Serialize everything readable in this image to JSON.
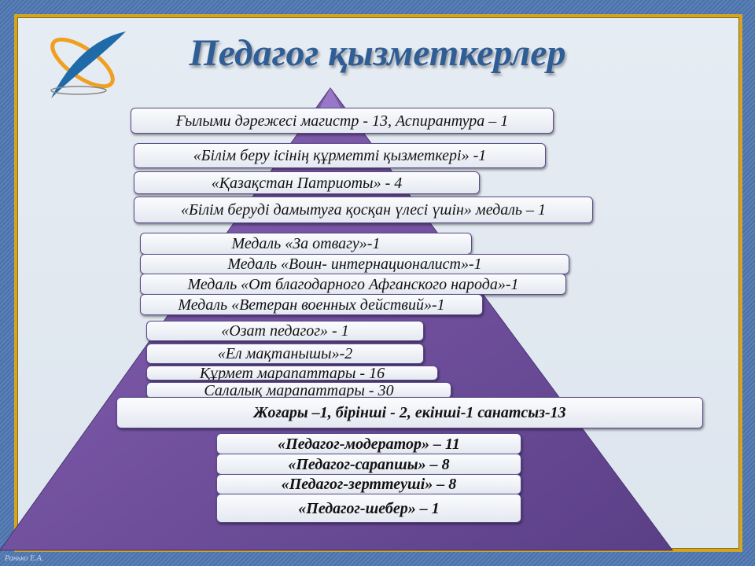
{
  "title": "Педагог қызметкерлер",
  "items": [
    "Ғылыми дәрежесі магистр - 13, Аспирантура – 1",
    "«Білім беру ісінің құрметті қызметкері» -1",
    "«Қазақстан Патриоты» - 4",
    "«Білім беруді дамытуға қосқан үлесі үшін» медаль – 1",
    "Медаль «За отвагу»-1",
    "Медаль «Воин- интернационалист»-1",
    "Медаль «От благодарного Афганского народа»-1",
    "Медаль «Ветеран военных действий»-1",
    "«Озат педагог» - 1",
    "«Ел мақтанышы»-2",
    "Құрмет марапаттары - 16",
    "Салалық марапаттары - 30",
    "Жоғары –1, бірінші - 2, екінші-1 санатсыз-13",
    "«Педагог-модератор» – 11",
    "«Педагог-сарапшы» – 8",
    "«Педагог-зерттеуші» – 8",
    "«Педагог-шебер» – 1"
  ],
  "footer": "Ранько Е.А.",
  "colors": {
    "pyramid": "#6a4a94",
    "frame": "#d4a521",
    "title": "#2f5d95"
  }
}
